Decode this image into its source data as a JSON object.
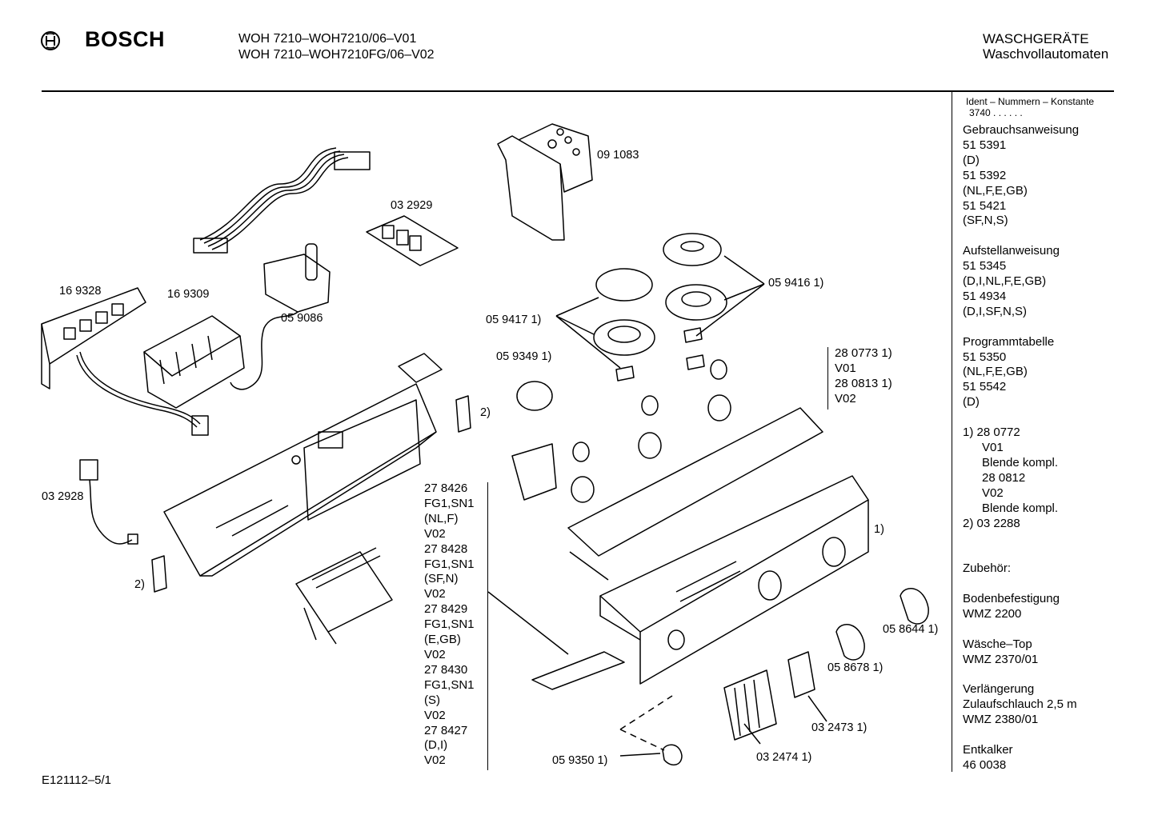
{
  "header": {
    "brand": "BOSCH",
    "model_line1": "WOH 7210–WOH7210/06–V01",
    "model_line2": "WOH 7210–WOH7210FG/06–V02",
    "category_line1": "WASCHGERÄTE",
    "category_line2": "Waschvollautomaten"
  },
  "sidebar": {
    "ident_title": "Ident – Nummern – Konstante",
    "ident_value": "3740 . .  .  . . .",
    "lines": [
      {
        "t": "Gebrauchsanweisung"
      },
      {
        "t": "51 5391"
      },
      {
        "t": "(D)"
      },
      {
        "t": "51 5392"
      },
      {
        "t": "(NL,F,E,GB)"
      },
      {
        "t": "51 5421"
      },
      {
        "t": "(SF,N,S)"
      },
      {
        "t": ""
      },
      {
        "t": "Aufstellanweisung"
      },
      {
        "t": "51 5345"
      },
      {
        "t": "(D,I,NL,F,E,GB)"
      },
      {
        "t": "51 4934"
      },
      {
        "t": "(D,I,SF,N,S)"
      },
      {
        "t": ""
      },
      {
        "t": "Programmtabelle"
      },
      {
        "t": "51 5350"
      },
      {
        "t": "(NL,F,E,GB)"
      },
      {
        "t": "51 5542"
      },
      {
        "t": "(D)"
      },
      {
        "t": ""
      },
      {
        "t": "1)  28 0772"
      },
      {
        "t": "V01",
        "indent": true
      },
      {
        "t": "Blende kompl.",
        "indent": true
      },
      {
        "t": "28 0812",
        "indent": true
      },
      {
        "t": "V02",
        "indent": true
      },
      {
        "t": "Blende kompl.",
        "indent": true
      },
      {
        "t": "2)  03 2288"
      },
      {
        "t": ""
      },
      {
        "t": ""
      },
      {
        "t": "Zubehör:"
      },
      {
        "t": ""
      },
      {
        "t": "Bodenbefestigung"
      },
      {
        "t": "WMZ 2200"
      },
      {
        "t": ""
      },
      {
        "t": "Wäsche–Top"
      },
      {
        "t": "WMZ 2370/01"
      },
      {
        "t": ""
      },
      {
        "t": "Verlängerung"
      },
      {
        "t": "Zulaufschlauch 2,5 m"
      },
      {
        "t": "WMZ 2380/01"
      },
      {
        "t": ""
      },
      {
        "t": "Entkalker"
      },
      {
        "t": "46 0038"
      }
    ]
  },
  "parts": {
    "p091083": "09 1083",
    "p032929": "03 2929",
    "p169328": "16 9328",
    "p169309": "16 9309",
    "p059086": "05 9086",
    "p059417": "05 9417 1)",
    "p059416": "05 9416 1)",
    "p059349": "05 9349 1)",
    "p032928": "03 2928",
    "note2a": "2)",
    "note2b": "2)",
    "note1": "1)",
    "p058644": "05 8644 1)",
    "p058678": "05 8678 1)",
    "p032473": "03 2473 1)",
    "p032474": "03 2474 1)",
    "p059350": "05 9350 1)"
  },
  "stack_left": [
    "27 8426",
    "FG1,SN1",
    "(NL,F)",
    "V02",
    "27 8428",
    "FG1,SN1",
    "(SF,N)",
    "V02",
    "27 8429",
    "FG1,SN1",
    "(E,GB)",
    "V02",
    "27 8430",
    "FG1,SN1",
    "(S)",
    "V02",
    "27 8427",
    "(D,I)",
    "V02"
  ],
  "stack_right": [
    "28 0773 1)",
    "V01",
    "28 0813 1)",
    "V02"
  ],
  "footer": {
    "drawing_id": "E121112–5/1"
  },
  "colors": {
    "ink": "#000000",
    "paper": "#ffffff"
  },
  "icons": {
    "logo": "bosch-armature-icon"
  }
}
